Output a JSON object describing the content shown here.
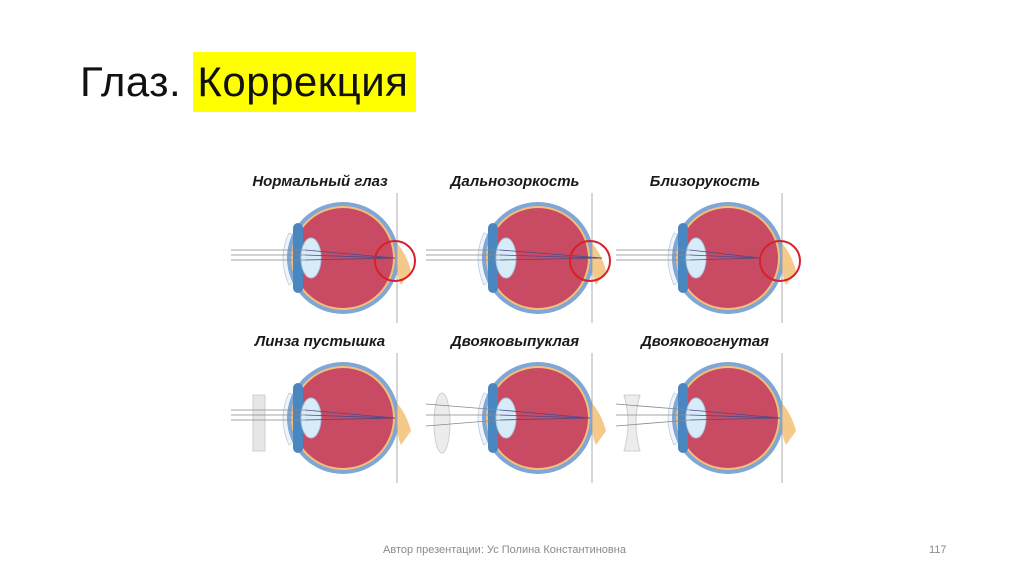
{
  "slide": {
    "title_plain": "Глаз.",
    "title_highlight": "Коррекция",
    "highlight_color": "#ffff00"
  },
  "figure": {
    "cells": [
      {
        "caption": "Нормальный глаз",
        "lens": "none",
        "focus": "retina",
        "circle": true
      },
      {
        "caption": "Дальнозоркость",
        "lens": "none",
        "focus": "behind",
        "circle": true
      },
      {
        "caption": "Близорукость",
        "lens": "none",
        "focus": "front",
        "circle": true
      },
      {
        "caption": "Линза пустышка",
        "lens": "flat",
        "focus": "retina",
        "circle": false
      },
      {
        "caption": "Двояковыпуклая",
        "lens": "convex",
        "focus": "retina",
        "circle": false
      },
      {
        "caption": "Двояковогнутая",
        "lens": "concave",
        "focus": "retina",
        "circle": false
      }
    ],
    "colors": {
      "eyeball": "#c94a63",
      "sclera": "#7fa6d4",
      "retina_line": "#f3c07a",
      "lens": "#d8ecf8",
      "iris": "#4a86c0",
      "nerve": "#f5c98a",
      "highlight_circle": "#d8202a",
      "rays": "#4a4a8a"
    }
  },
  "footer": {
    "author": "Автор презентации: Ус Полина Константиновна",
    "page_number": "117"
  }
}
